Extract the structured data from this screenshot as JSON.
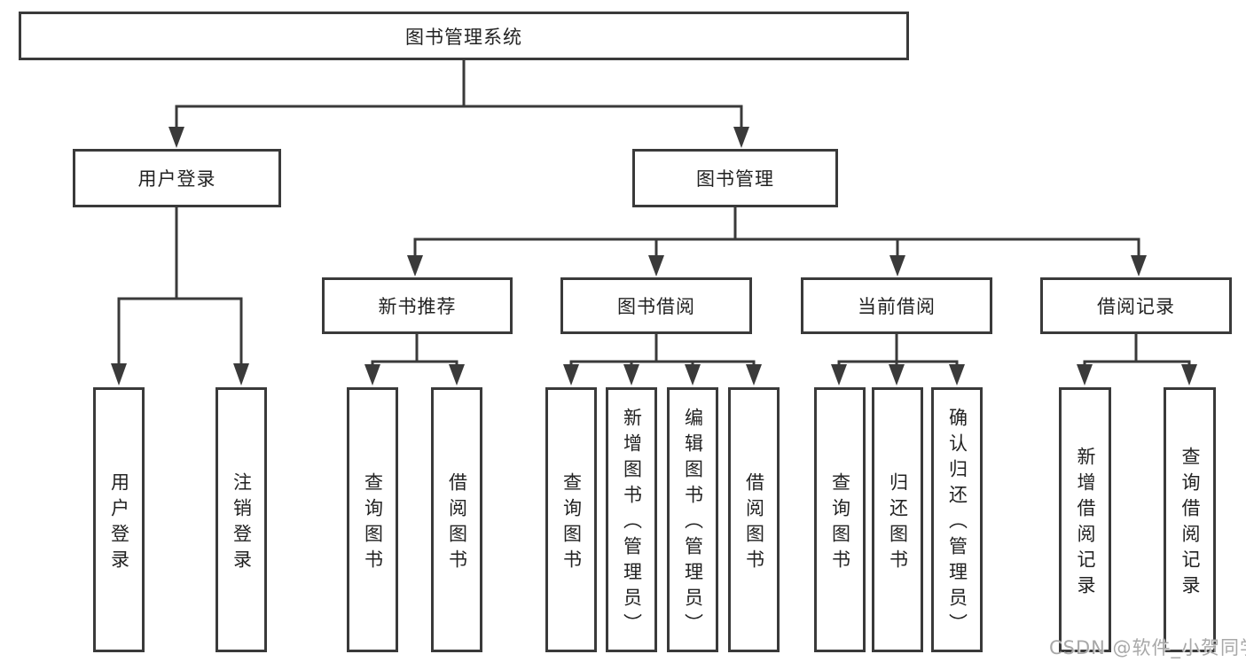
{
  "diagram": {
    "title_node": "图书管理系统",
    "root": {
      "label": "图书管理系统"
    },
    "branches": [
      {
        "label": "用户登录",
        "leaves": [
          {
            "label": "用户登录"
          },
          {
            "label": "注销登录"
          }
        ]
      },
      {
        "label": "图书管理",
        "groups": [
          {
            "label": "新书推荐",
            "leaves": [
              {
                "label": "查询图书"
              },
              {
                "label": "借阅图书"
              }
            ]
          },
          {
            "label": "图书借阅",
            "leaves": [
              {
                "label": "查询图书"
              },
              {
                "label": "新增图书（管理员）"
              },
              {
                "label": "编辑图书（管理员）"
              },
              {
                "label": "借阅图书"
              }
            ]
          },
          {
            "label": "当前借阅",
            "leaves": [
              {
                "label": "查询图书"
              },
              {
                "label": "归还图书"
              },
              {
                "label": "确认归还（管理员）"
              }
            ]
          },
          {
            "label": "借阅记录",
            "leaves": [
              {
                "label": "新增借阅记录"
              },
              {
                "label": "查询借阅记录"
              }
            ]
          }
        ]
      }
    ]
  },
  "watermark": {
    "text": "CSDN @软件_小贺同学"
  },
  "colors": {
    "line": "#3a3a3a",
    "text": "#222222",
    "background": "#ffffff",
    "watermark": "#a8a8a8"
  }
}
